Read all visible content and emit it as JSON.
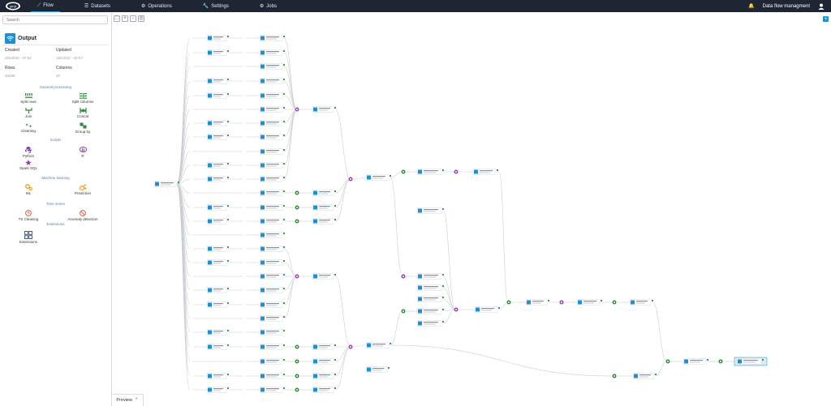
{
  "nav": {
    "logo_text": "Ymir",
    "tabs": [
      {
        "label": "Flow",
        "icon": "trend-icon"
      },
      {
        "label": "Datasets",
        "icon": "list-icon"
      },
      {
        "label": "Operations",
        "icon": "gear-icon"
      },
      {
        "label": "Settings",
        "icon": "wrench-icon"
      },
      {
        "label": "Jobs",
        "icon": "gears-icon"
      }
    ],
    "project": "Data flow managment"
  },
  "sidebar": {
    "search_placeholder": "Search",
    "selected": {
      "title": "Output",
      "created_label": "Created",
      "created_value": "25/10/22 - 07:52",
      "updated_label": "Updated",
      "updated_value": "19/12/22 - 02:57",
      "rows_label": "Rows",
      "rows_value": "48490",
      "columns_label": "Columns",
      "columns_value": "40"
    },
    "sections": {
      "general": "General processing",
      "scripts": "Scripts",
      "ml": "Machine learning",
      "ts": "Time series",
      "ext": "Extensions"
    },
    "tools": {
      "split_rows": "Split rows",
      "split_columns": "Split columns",
      "join": "Join",
      "concat": "Concat",
      "cleaning": "Cleaning",
      "group_by": "Group by",
      "python": "Python",
      "r": "R",
      "spark_sql": "Spark SQL",
      "ml": "ML",
      "prediction": "Prediction",
      "ts_cleaning": "TS Cleaning",
      "anomaly": "Anomaly detection",
      "extensions": "Extensions"
    }
  },
  "canvas": {
    "preview_label": "Preview",
    "colors": {
      "dataset": "#1e8fd6",
      "clean": "#3aa6b9",
      "group": "#2e8b3a",
      "concat": "#9b3fb5",
      "edge": "#c9cdd3"
    }
  }
}
